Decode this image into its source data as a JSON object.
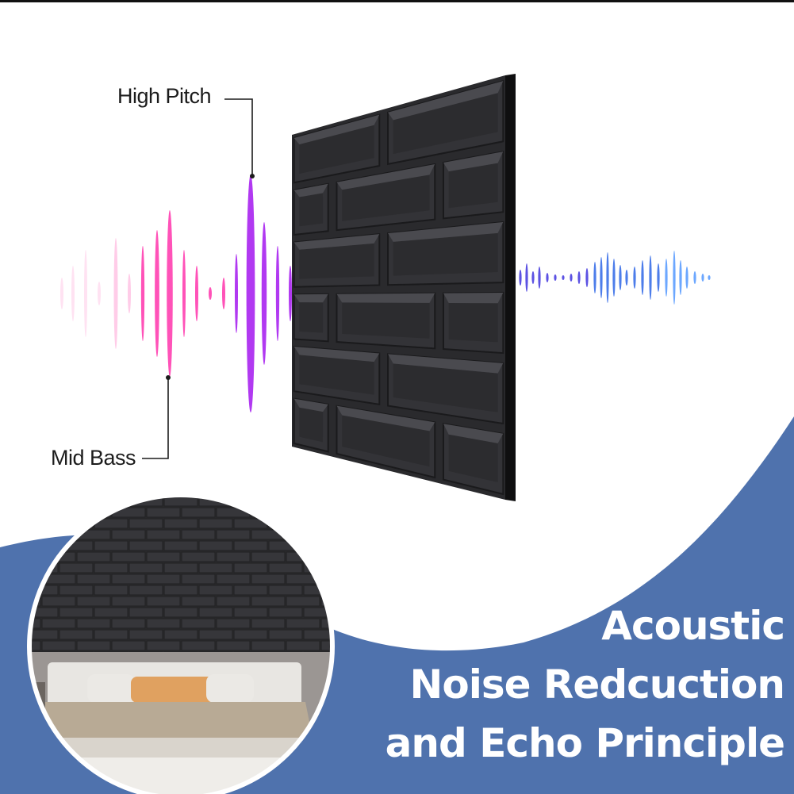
{
  "labels": {
    "high_pitch": "High Pitch",
    "mid_bass": "Mid Bass"
  },
  "title": {
    "line1": "Acoustic",
    "line2": "Noise Redcuction",
    "line3": "and Echo Principle"
  },
  "colors": {
    "background": "#ffffff",
    "blue_band": "#4f72ad",
    "panel": "#2a2a2d",
    "wave_in_pink": "#ff3fb0",
    "wave_in_violet": "#9a1cff",
    "wave_out_blue": "#3a5fe0",
    "title_text": "#ffffff"
  },
  "icons": {
    "panel": "acoustic-foam-panel-icon",
    "incoming_wave": "sound-wave-icon",
    "outgoing_wave": "attenuated-sound-wave-icon",
    "inset": "bedroom-photo-icon"
  }
}
